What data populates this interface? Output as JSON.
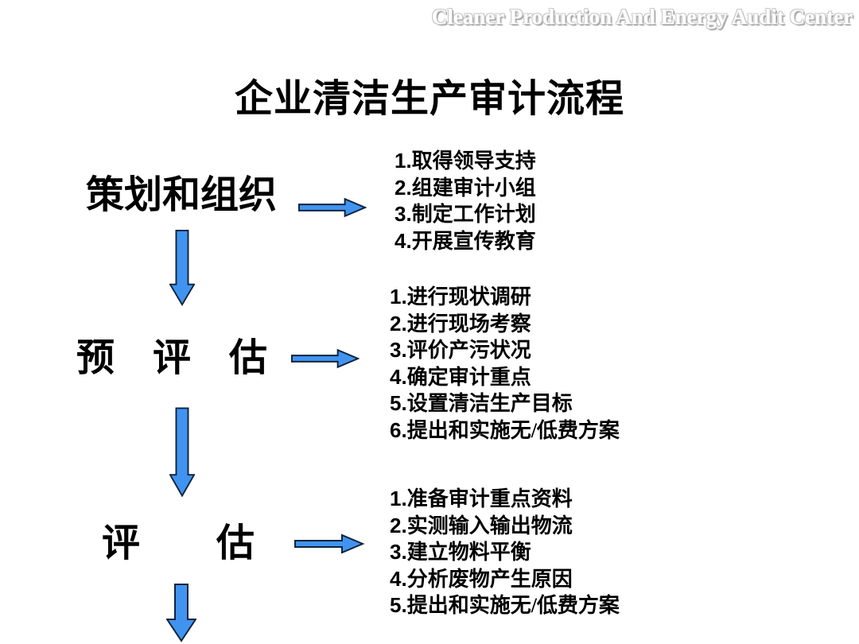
{
  "colors": {
    "arrow_fill": "#4094F0",
    "arrow_stroke": "#0E233C",
    "watermark_fill": "#FEFEFE",
    "watermark_outline": "#C9C9C9",
    "watermark_shadow": "#8E8E8E",
    "text": "#000000"
  },
  "watermark": "Cleaner Production And Energy Audit Center",
  "title": "企业清洁生产审计流程",
  "stages": [
    {
      "label": "策划和组织",
      "steps": [
        {
          "num": "1.",
          "text": "取得领导支持"
        },
        {
          "num": "2.",
          "text": "组建审计小组"
        },
        {
          "num": "3.",
          "text": "制定工作计划"
        },
        {
          "num": "4.",
          "text": "开展宣传教育"
        }
      ]
    },
    {
      "label": "预　评　估",
      "steps": [
        {
          "num": "1.",
          "text": "进行现状调研"
        },
        {
          "num": "2.",
          "text": "进行现场考察"
        },
        {
          "num": "3.",
          "text": "评价产污状况"
        },
        {
          "num": "4.",
          "text": "确定审计重点"
        },
        {
          "num": "5.",
          "text": "设置清洁生产目标"
        },
        {
          "num": "6.",
          "text": "提出和实施无/低费方案"
        }
      ]
    },
    {
      "label": "评　　估",
      "steps": [
        {
          "num": "1.",
          "text": "准备审计重点资料"
        },
        {
          "num": "2.",
          "text": "实测输入输出物流"
        },
        {
          "num": "3.",
          "text": "建立物料平衡"
        },
        {
          "num": "4.",
          "text": "分析废物产生原因"
        },
        {
          "num": "5.",
          "text": "提出和实施无/低费方案"
        }
      ]
    }
  ]
}
